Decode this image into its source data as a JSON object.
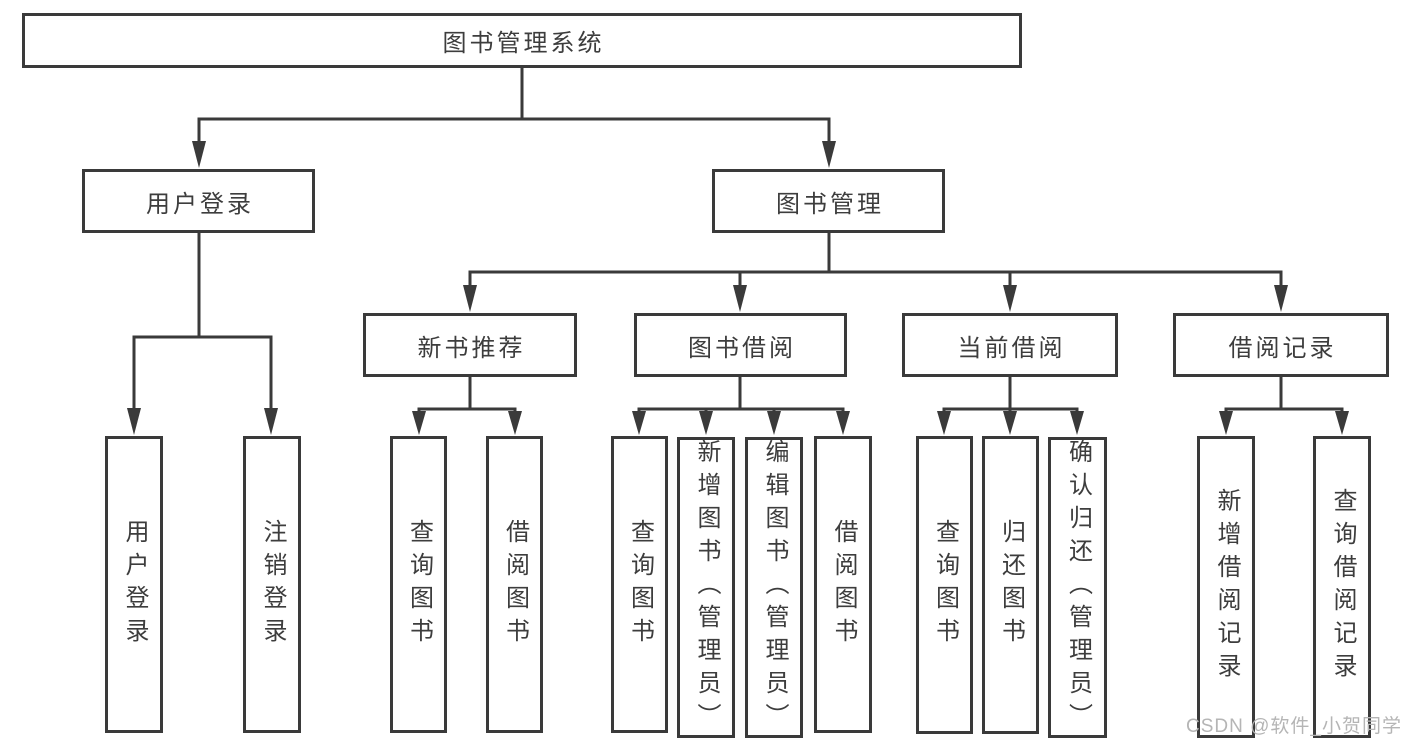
{
  "tree": {
    "label": "图书管理系统",
    "children": [
      {
        "label": "用户登录",
        "children": [
          {
            "label": "用户登录"
          },
          {
            "label": "注销登录"
          }
        ]
      },
      {
        "label": "图书管理",
        "children": [
          {
            "label": "新书推荐",
            "children": [
              {
                "label": "查询图书"
              },
              {
                "label": "借阅图书"
              }
            ]
          },
          {
            "label": "图书借阅",
            "children": [
              {
                "label": "查询图书"
              },
              {
                "label": "新增图书（管理员）"
              },
              {
                "label": "编辑图书（管理员）"
              },
              {
                "label": "借阅图书"
              }
            ]
          },
          {
            "label": "当前借阅",
            "children": [
              {
                "label": "查询图书"
              },
              {
                "label": "归还图书"
              },
              {
                "label": "确认归还（管理员）"
              }
            ]
          },
          {
            "label": "借阅记录",
            "children": [
              {
                "label": "新增借阅记录"
              },
              {
                "label": "查询借阅记录"
              }
            ]
          }
        ]
      }
    ]
  },
  "watermark": {
    "text": "CSDN @软件_小贺同学"
  },
  "colors": {
    "line": "#3a3a3a",
    "text": "#3d3d3d",
    "watermark": "#b5b5b5",
    "background": "#ffffff"
  }
}
